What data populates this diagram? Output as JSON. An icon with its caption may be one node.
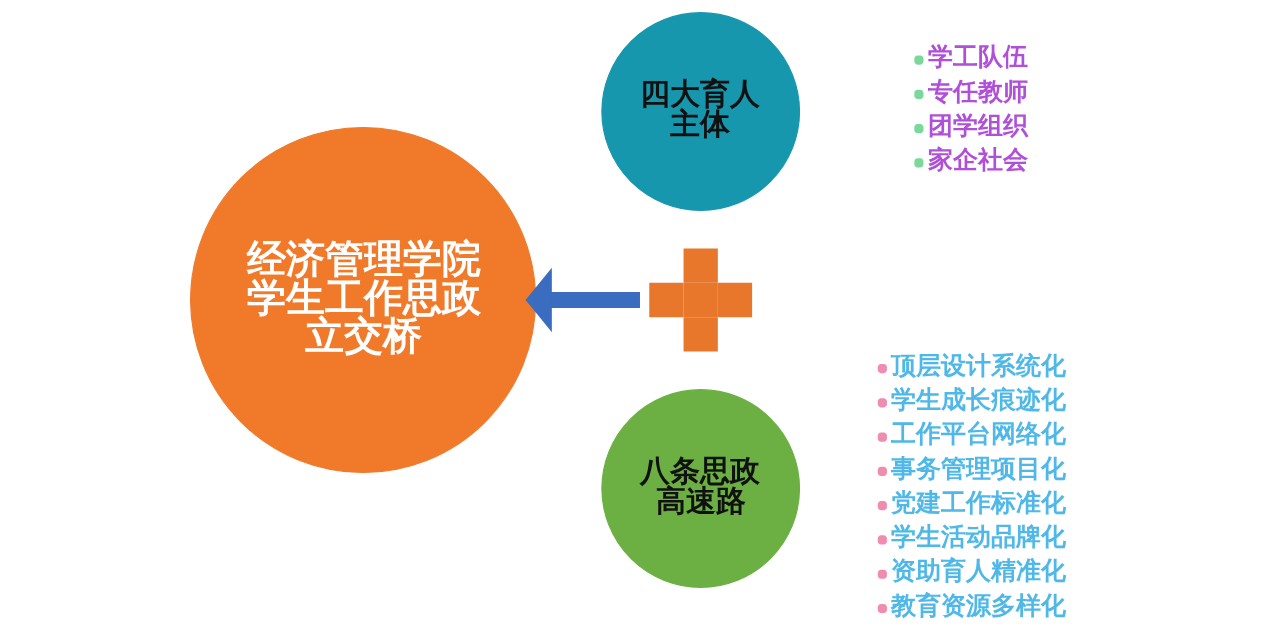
{
  "diagram": {
    "nodes": [
      {
        "text": [
          "经济管理学院学生工作思政立交桥"
        ]
      },
      {
        "text": [
          "四大育人主体"
        ],
        "beside": [
          "学工队伍",
          "专任教师",
          "团学组织",
          "家企社会"
        ]
      },
      {
        "text": [],
        "shape": "plus"
      },
      {
        "text": [
          "八条思政高速路"
        ],
        "beside": [
          "顶层设计系统化",
          "学生成长痕迹化",
          "工作平台网络化",
          "事务管理项目化",
          "党建工作标准化",
          "学生活动品牌化",
          "资助育人精准化",
          "教育资源多样化"
        ]
      }
    ],
    "edges": [
      {
        "from": 2,
        "to": 0,
        "arrow": "to"
      }
    ]
  }
}
